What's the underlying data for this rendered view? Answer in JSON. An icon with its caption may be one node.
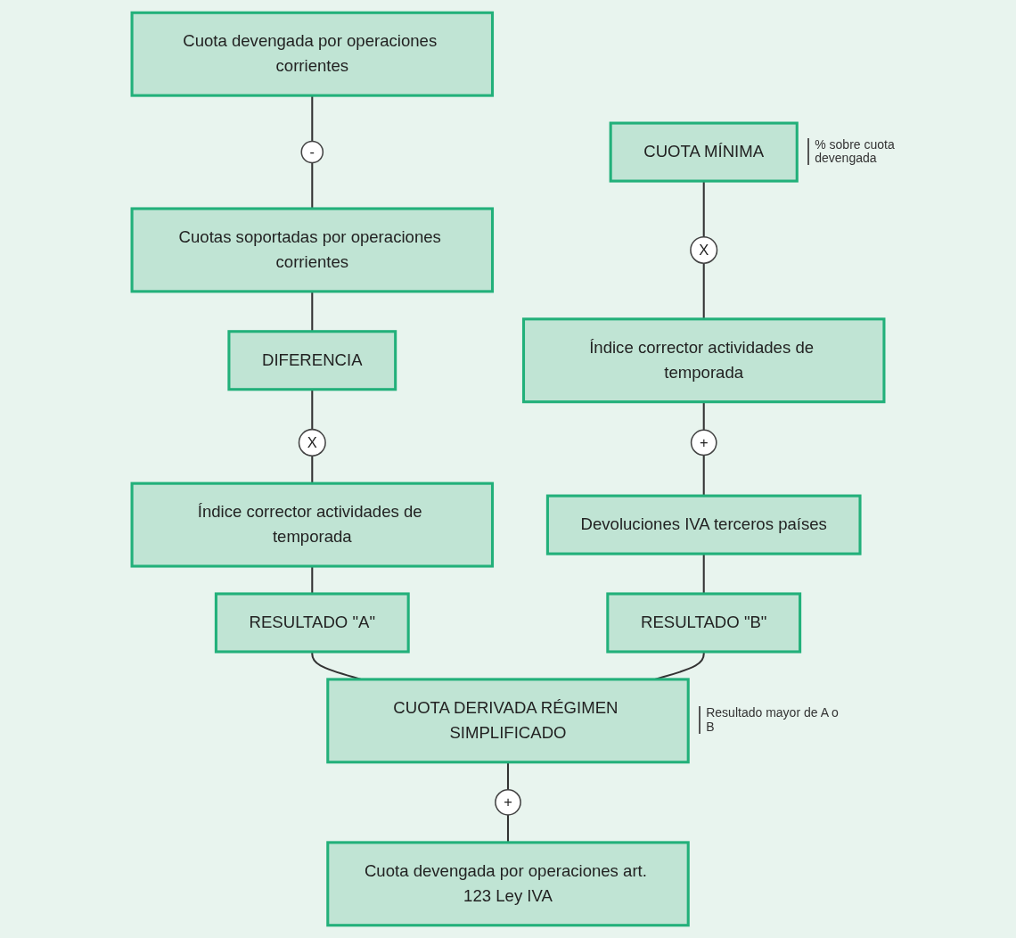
{
  "diagram": {
    "nodes": [
      {
        "text": [
          "Cuota devengada por operaciones corrientes"
        ]
      },
      {
        "text": [
          "-"
        ]
      },
      {
        "text": [
          "Cuotas soportadas por operaciones corrientes"
        ]
      },
      {
        "text": [
          "DIFERENCIA"
        ]
      },
      {
        "text": [
          "X"
        ]
      },
      {
        "text": [
          "Índice corrector actividades de temporada"
        ]
      },
      {
        "text": [
          "RESULTADO \"A\""
        ]
      },
      {
        "text": [
          "CUOTA MÍNIMA"
        ],
        "beside": [
          "% sobre cuota devengada"
        ]
      },
      {
        "text": [
          "X"
        ]
      },
      {
        "text": [
          "Índice corrector actividades de temporada"
        ]
      },
      {
        "text": [
          "+"
        ]
      },
      {
        "text": [
          "Devoluciones IVA terceros países"
        ]
      },
      {
        "text": [
          "RESULTADO \"B\""
        ]
      },
      {
        "text": [
          "CUOTA DERIVADA RÉGIMEN SIMPLIFICADO"
        ],
        "beside": [
          "Resultado mayor de A o B"
        ]
      },
      {
        "text": [
          "+"
        ]
      },
      {
        "text": [
          "Cuota devengada por operaciones art. 123 Ley IVA"
        ]
      }
    ],
    "edges": [
      {
        "from": 0,
        "to": 1,
        "arrow": "none"
      },
      {
        "from": 1,
        "to": 2,
        "arrow": "none"
      },
      {
        "from": 2,
        "to": 3,
        "arrow": "none"
      },
      {
        "from": 3,
        "to": 4,
        "arrow": "none"
      },
      {
        "from": 4,
        "to": 5,
        "arrow": "none"
      },
      {
        "from": 5,
        "to": 6,
        "arrow": "none"
      },
      {
        "from": 7,
        "to": 8,
        "arrow": "none"
      },
      {
        "from": 8,
        "to": 9,
        "arrow": "none"
      },
      {
        "from": 9,
        "to": 10,
        "arrow": "none"
      },
      {
        "from": 10,
        "to": 11,
        "arrow": "none"
      },
      {
        "from": 11,
        "to": 12,
        "arrow": "none"
      },
      {
        "from": 6,
        "to": 13,
        "arrow": "none"
      },
      {
        "from": 12,
        "to": 13,
        "arrow": "none"
      },
      {
        "from": 13,
        "to": 14,
        "arrow": "none"
      },
      {
        "from": 14,
        "to": 15,
        "arrow": "none"
      }
    ]
  }
}
